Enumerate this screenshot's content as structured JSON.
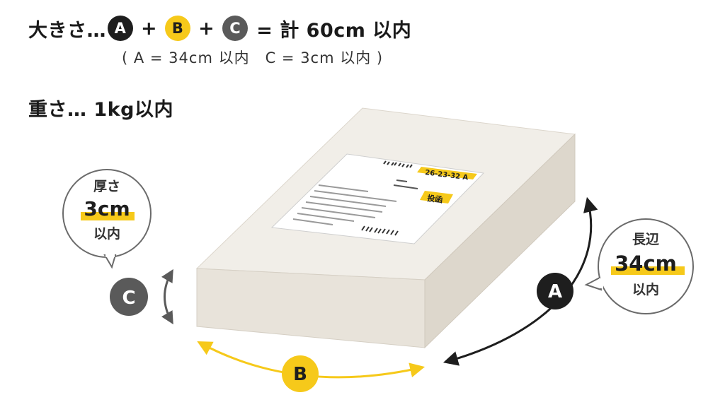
{
  "size_rule": {
    "label": "大きさ…",
    "badge_a": "A",
    "plus_1": "+",
    "badge_b": "B",
    "plus_2": "+",
    "badge_c": "C",
    "total": "= 計 60cm 以内",
    "note": "( A = 34cm 以内　C = 3cm 以内 )"
  },
  "weight_rule": {
    "label": "重さ… 1kg以内"
  },
  "thickness_bubble": {
    "line1": "厚さ",
    "line2": "3cm",
    "line3": "以内"
  },
  "length_bubble": {
    "line1": "長辺",
    "line2": "34cm",
    "line3": "以内"
  },
  "markers": {
    "a": "A",
    "b": "B",
    "c": "C"
  },
  "label_sticker": {
    "tracking_code": "26-23-32 A",
    "tag": "投函"
  },
  "colors": {
    "accent_yellow": "#f6c91a",
    "dark": "#1e1e1e",
    "gray": "#5a5a5a",
    "package_top": "#f1eee8",
    "package_front": "#e8e3da",
    "package_side": "#ddd7cc"
  }
}
